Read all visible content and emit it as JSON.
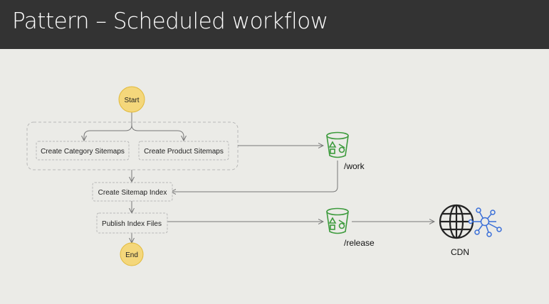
{
  "title": "Pattern – Scheduled workflow",
  "nodes": {
    "start": "Start",
    "category": "Create Category Sitemaps",
    "product": "Create Product Sitemaps",
    "index": "Create Sitemap Index",
    "publish": "Publish Index Files",
    "end": "End"
  },
  "resources": {
    "work": "/work",
    "release": "/release",
    "cdn": "CDN"
  },
  "colors": {
    "start_end_fill": "#f4d77b",
    "start_end_stroke": "#e1b93a",
    "bucket_green": "#3d9b3d",
    "cdn_blue": "#3a6fd8",
    "connector": "#777777"
  }
}
